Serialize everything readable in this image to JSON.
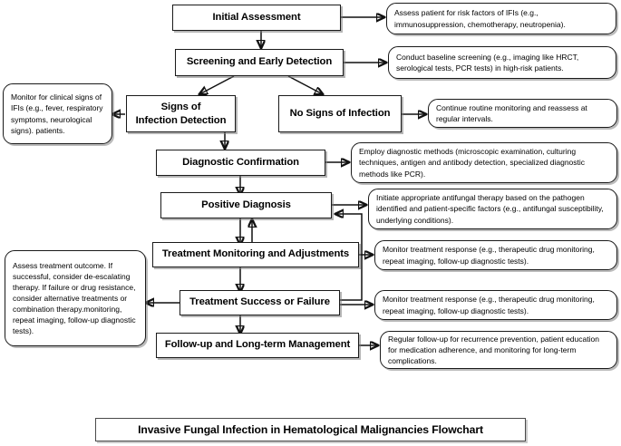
{
  "title": "Invasive Fungal Infection in Hematological Malignancies Flowchart",
  "colors": {
    "node_border": "#1a1a1a",
    "note_border": "#1a1a1a",
    "background": "#ffffff",
    "connector": "#111111",
    "text": "#000000"
  },
  "chart_data": {
    "type": "diagram",
    "diagram_kind": "flowchart",
    "title": "Invasive Fungal Infection in Hematological Malignancies Flowchart",
    "nodes": [
      {
        "id": "initial",
        "label": "Initial Assessment",
        "shape": "rect"
      },
      {
        "id": "screening",
        "label": "Screening and Early Detection",
        "shape": "rect"
      },
      {
        "id": "signs",
        "label": "Signs of\nInfection Detection",
        "shape": "rect"
      },
      {
        "id": "nosigns",
        "label": "No Signs of Infection",
        "shape": "rect"
      },
      {
        "id": "diagnostic",
        "label": "Diagnostic Confirmation",
        "shape": "rect"
      },
      {
        "id": "positive",
        "label": "Positive Diagnosis",
        "shape": "rect"
      },
      {
        "id": "monitoring",
        "label": "Treatment Monitoring and Adjustments",
        "shape": "rect"
      },
      {
        "id": "success",
        "label": "Treatment Success or Failure",
        "shape": "rect"
      },
      {
        "id": "followup",
        "label": "Follow-up and Long-term Management",
        "shape": "rect"
      }
    ],
    "notes": [
      {
        "id": "note-initial",
        "attached_to": "initial",
        "side": "right",
        "text": "Assess patient for risk factors of IFIs (e.g., immunosuppression, chemotherapy, neutropenia)."
      },
      {
        "id": "note-screening",
        "attached_to": "screening",
        "side": "right",
        "text": "Conduct baseline screening (e.g., imaging like HRCT, serological tests, PCR tests) in high-risk patients."
      },
      {
        "id": "note-signs",
        "attached_to": "signs",
        "side": "left",
        "text": "Monitor for clinical signs of IFIs (e.g., fever, respiratory symptoms, neurological signs). patients."
      },
      {
        "id": "note-nosigns",
        "attached_to": "nosigns",
        "side": "right",
        "text": "Continue routine monitoring and reassess at regular intervals."
      },
      {
        "id": "note-diagnostic",
        "attached_to": "diagnostic",
        "side": "right",
        "text": "Employ diagnostic methods (microscopic examination, culturing techniques, antigen and antibody detection, specialized diagnostic methods like PCR)."
      },
      {
        "id": "note-positive",
        "attached_to": "positive",
        "side": "right",
        "text": "Initiate appropriate antifungal therapy based on the pathogen identified and patient-specific factors (e.g., antifungal susceptibility, underlying conditions)."
      },
      {
        "id": "note-monitoring",
        "attached_to": "monitoring",
        "side": "right",
        "text": "Monitor treatment response (e.g., therapeutic drug monitoring, repeat imaging, follow-up diagnostic tests)."
      },
      {
        "id": "note-success-r",
        "attached_to": "success",
        "side": "right",
        "text": "Monitor treatment response (e.g., therapeutic drug monitoring, repeat imaging, follow-up diagnostic tests)."
      },
      {
        "id": "note-success-l",
        "attached_to": "success",
        "side": "left",
        "text": "Assess treatment outcome. If successful, consider de-escalating therapy. If failure or drug resistance, consider alternative treatments or combination therapy.monitoring, repeat imaging, follow-up diagnostic tests)."
      },
      {
        "id": "note-followup",
        "attached_to": "followup",
        "side": "right",
        "text": "Regular follow-up for recurrence prevention, patient education for medication adherence, and monitoring for long-term complications."
      }
    ],
    "edges": [
      {
        "from": "initial",
        "to": "screening",
        "kind": "straight-down"
      },
      {
        "from": "screening",
        "to": "signs",
        "kind": "branch-left"
      },
      {
        "from": "screening",
        "to": "nosigns",
        "kind": "branch-right"
      },
      {
        "from": "signs",
        "to": "diagnostic",
        "kind": "straight-down"
      },
      {
        "from": "diagnostic",
        "to": "positive",
        "kind": "straight-down"
      },
      {
        "from": "positive",
        "to": "monitoring",
        "kind": "straight-down"
      },
      {
        "from": "monitoring",
        "to": "positive",
        "kind": "straight-up-feedback"
      },
      {
        "from": "monitoring",
        "to": "success",
        "kind": "straight-down"
      },
      {
        "from": "success",
        "to": "positive",
        "kind": "right-loop-back"
      },
      {
        "from": "success",
        "to": "followup",
        "kind": "straight-down"
      }
    ]
  }
}
